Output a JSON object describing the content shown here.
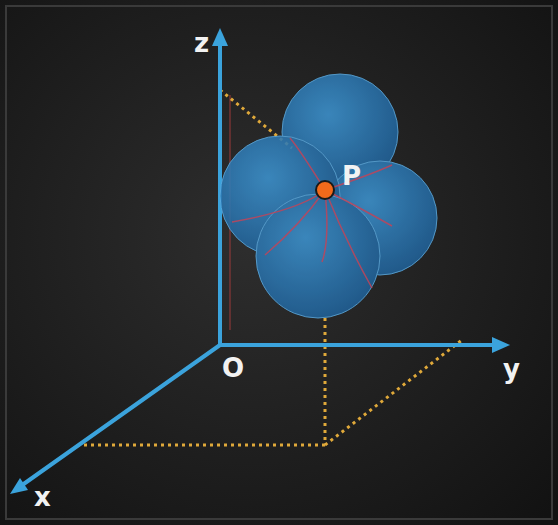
{
  "diagram": {
    "labels": [
      "z",
      "y",
      "x",
      "O",
      "P"
    ]
  }
}
